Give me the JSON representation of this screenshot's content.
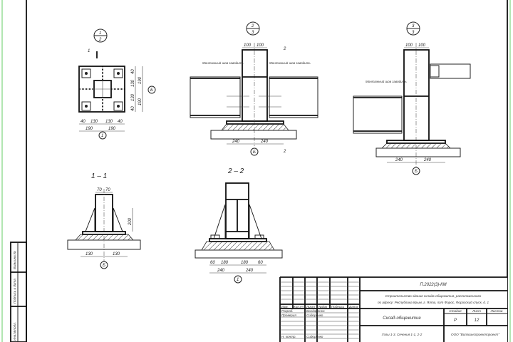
{
  "drawing": {
    "node_markers": [
      {
        "top": "1",
        "bottom": "2"
      },
      {
        "top": "2",
        "bottom": "3"
      },
      {
        "top": "3",
        "bottom": "3"
      }
    ],
    "node1": {
      "dims_bottom": [
        "40",
        "130",
        "130",
        "40"
      ],
      "dims_total": [
        "190",
        "190"
      ],
      "dims_right": [
        "40",
        "130",
        "130",
        "40"
      ],
      "dims_right_total": [
        "190",
        "190"
      ],
      "axis_bottom": "1",
      "axis_right": "Б",
      "section_mark": "1"
    },
    "node2": {
      "dims_top": [
        "100",
        "100"
      ],
      "dims_bottom": [
        "240",
        "240"
      ],
      "axis": "Б",
      "section_mark": "2",
      "note_left": "Монтажный шов заводить",
      "note_right": "Монтажный шов заводить"
    },
    "node3": {
      "dims_top": [
        "100",
        "100"
      ],
      "dims_bottom": [
        "240",
        "240"
      ],
      "axis": "Б",
      "note_left": "Монтажный шов заводить"
    },
    "section11": {
      "title": "1 – 1",
      "dims_top": [
        "70",
        "70"
      ],
      "dims_bottom": [
        "130",
        "130"
      ],
      "dim_height": "200",
      "axis": "Б"
    },
    "section22": {
      "title": "2 – 2",
      "dims_bottom": [
        "60",
        "180",
        "180",
        "60"
      ],
      "dims_total": [
        "240",
        "240"
      ],
      "axis": "1"
    }
  },
  "stamp": {
    "labels": [
      "Взам.инв.№",
      "Подпись и дата",
      "Инв.№подл."
    ]
  },
  "title_block": {
    "code": "П.2022(3)-КМ",
    "project_line1": "Строительство здания склада-общежития, расположенного",
    "project_line2": "по адресу: Республика Крым, г. Ялта, пгт Форос, Форосский спуск, д. 1",
    "columns": [
      "Изм.",
      "Кол.уч",
      "Лист",
      "№док",
      "Подпись",
      "Дата"
    ],
    "people": [
      {
        "role": "Разраб.",
        "name": "Бондаренко"
      },
      {
        "role": "Проверил",
        "name": "Сидоренко"
      },
      {
        "role": "Н. контр.",
        "name": "Сидоренко"
      }
    ],
    "object_name": "Склад-общежитие",
    "stage_header": [
      "Стадия",
      "Лист",
      "Листов"
    ],
    "stage_values": [
      "Р",
      "12",
      ""
    ],
    "sheet_title": "Узлы 1-3. Сечения 1-1, 2-2",
    "organization": "ООО \"Волгоинспроектпроект\""
  }
}
